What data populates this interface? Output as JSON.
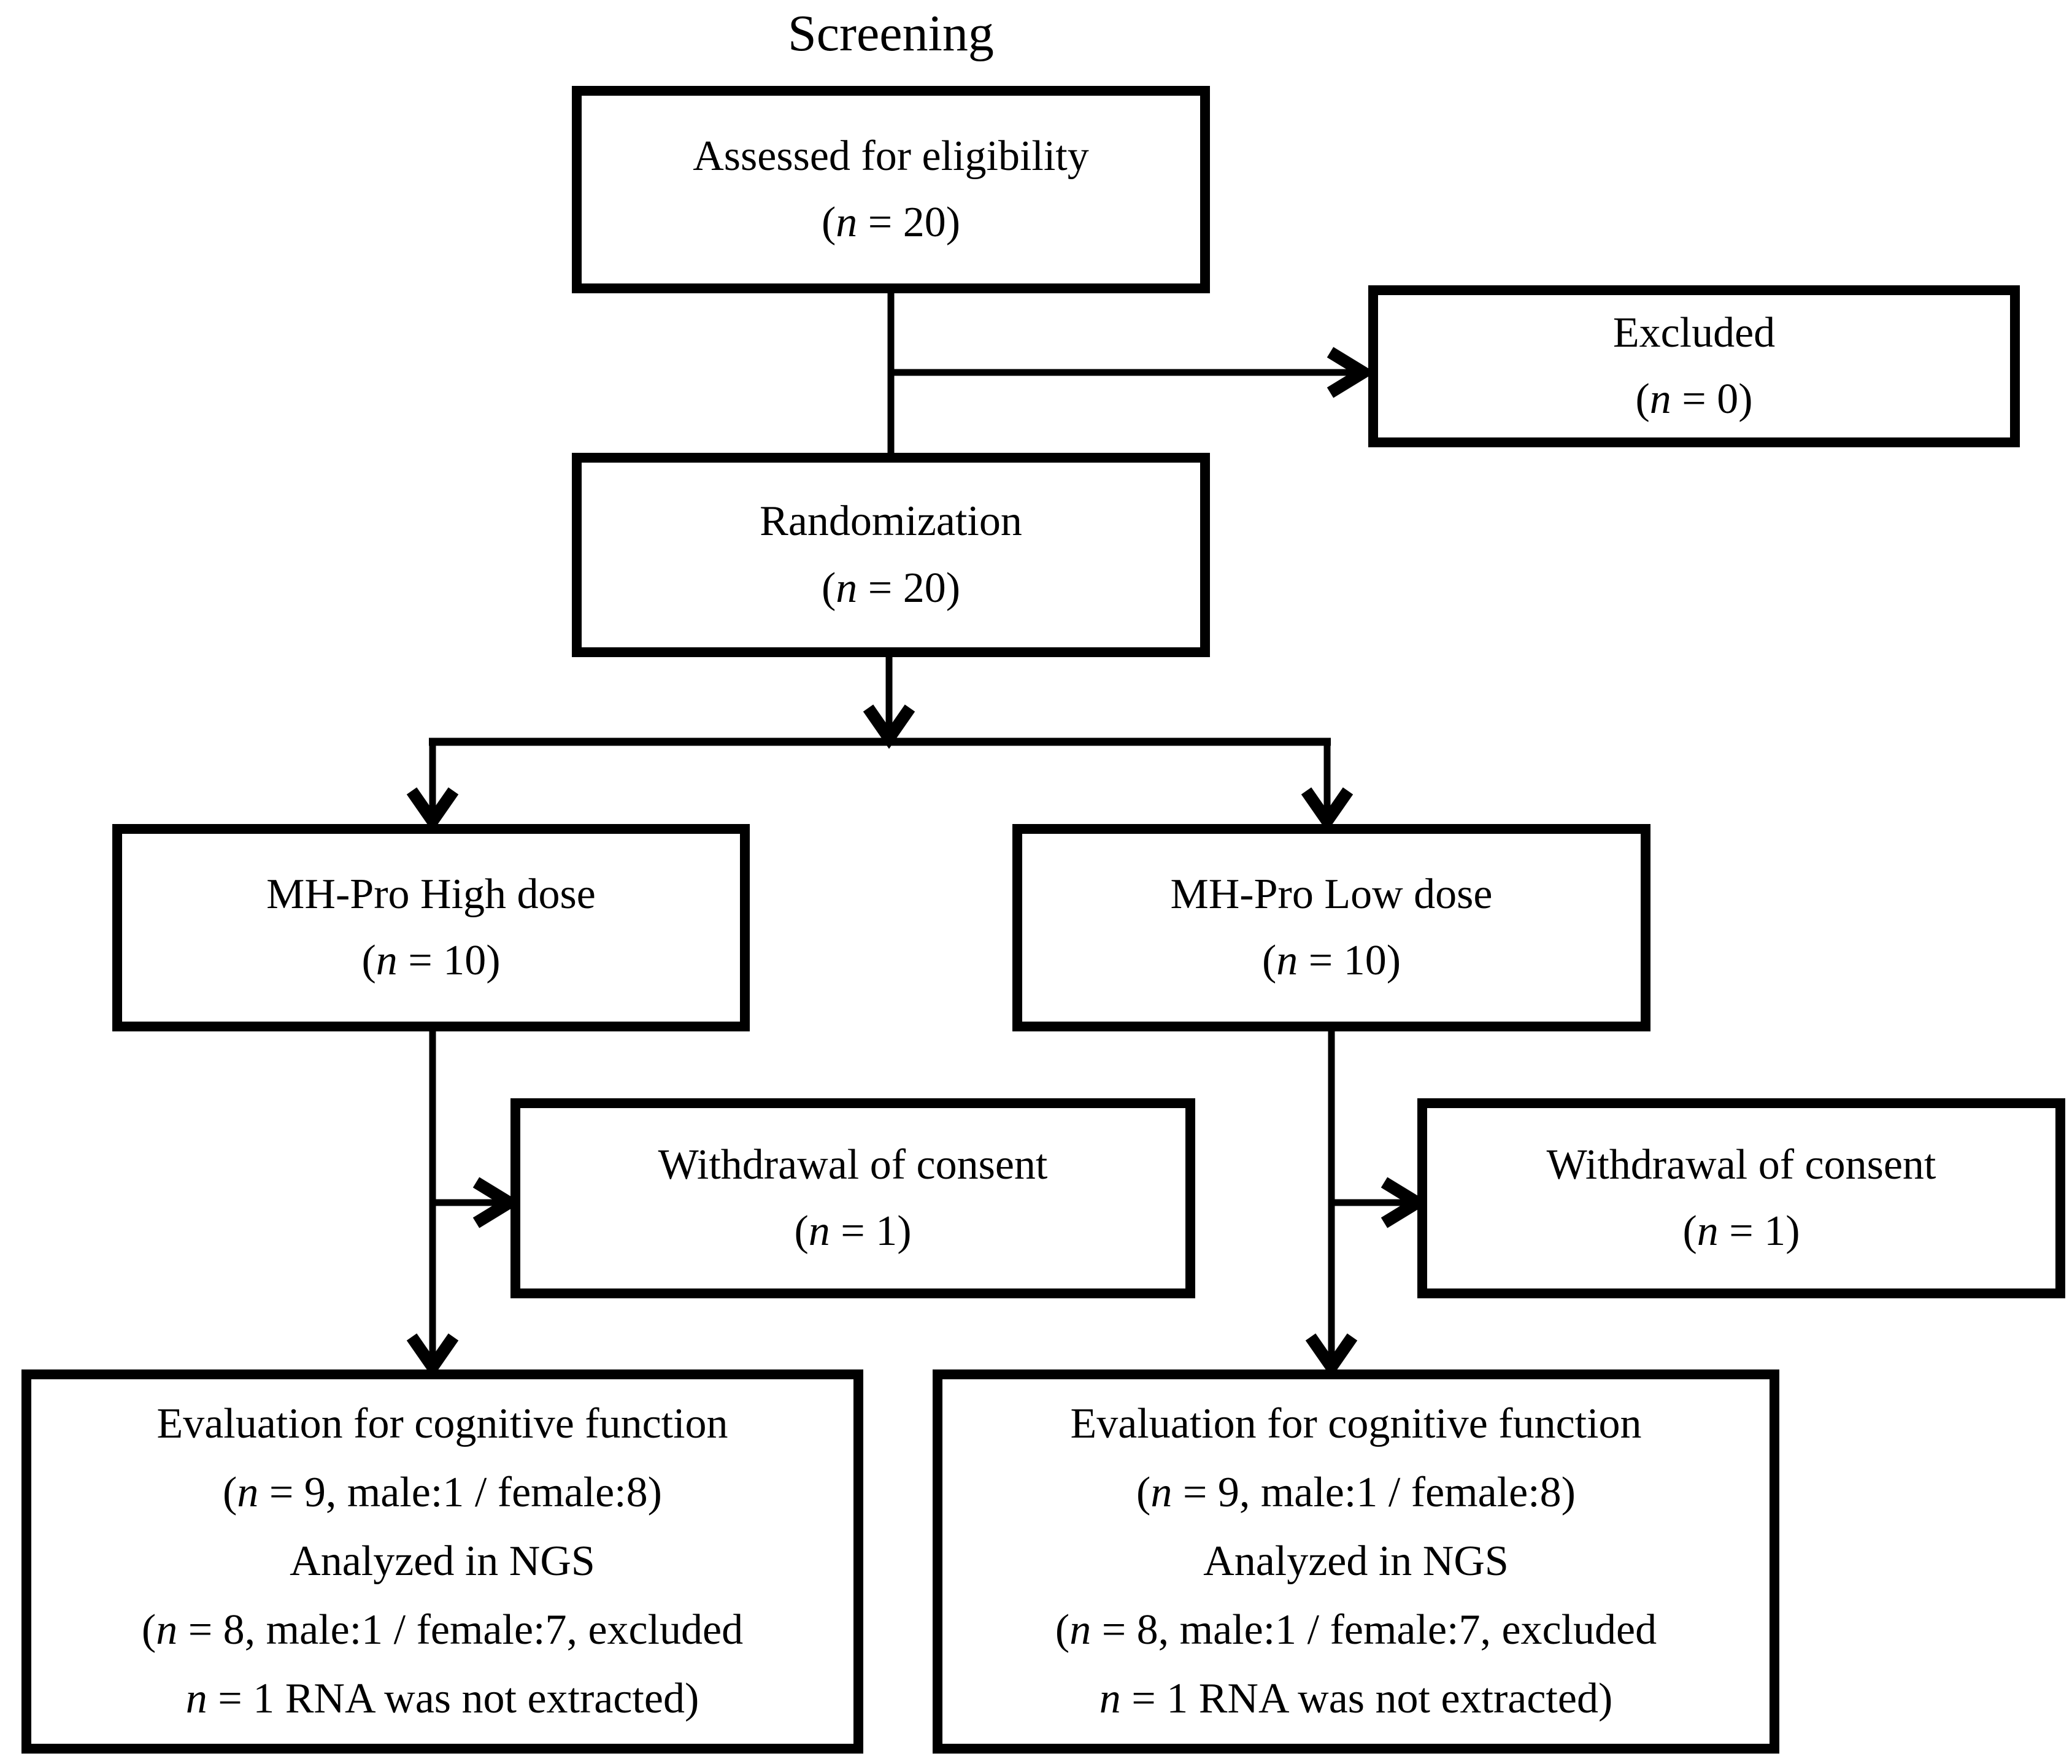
{
  "page": {
    "title": "Screening",
    "background_color": "#ffffff",
    "line_color": "#000000"
  },
  "boxes": {
    "assessed": {
      "lines": [
        "Assessed for eligibility",
        "(*n* = 20)"
      ]
    },
    "excluded": {
      "lines": [
        "Excluded",
        "(*n* = 0)"
      ]
    },
    "randomization": {
      "lines": [
        "Randomization",
        "(*n* = 20)"
      ]
    },
    "high_dose": {
      "lines": [
        "MH-Pro High dose",
        "(*n* = 10)"
      ]
    },
    "low_dose": {
      "lines": [
        "MH-Pro Low dose",
        "(*n* = 10)"
      ]
    },
    "withdrawal_left": {
      "lines": [
        "Withdrawal of consent",
        "(*n* = 1)"
      ]
    },
    "withdrawal_right": {
      "lines": [
        "Withdrawal of consent",
        "(*n* = 1)"
      ]
    },
    "evaluation_left": {
      "lines": [
        "Evaluation for cognitive function",
        "(*n* = 9, male:1 / female:8)",
        "Analyzed in NGS",
        "(*n* = 8, male:1 / female:7, excluded",
        "*n* = 1 RNA was not extracted)"
      ]
    },
    "evaluation_right": {
      "lines": [
        "Evaluation for cognitive function",
        "(*n* = 9, male:1 / female:8)",
        "Analyzed in NGS",
        "(*n* = 8, male:1 / female:7, excluded",
        "*n* = 1 RNA was not extracted)"
      ]
    }
  }
}
